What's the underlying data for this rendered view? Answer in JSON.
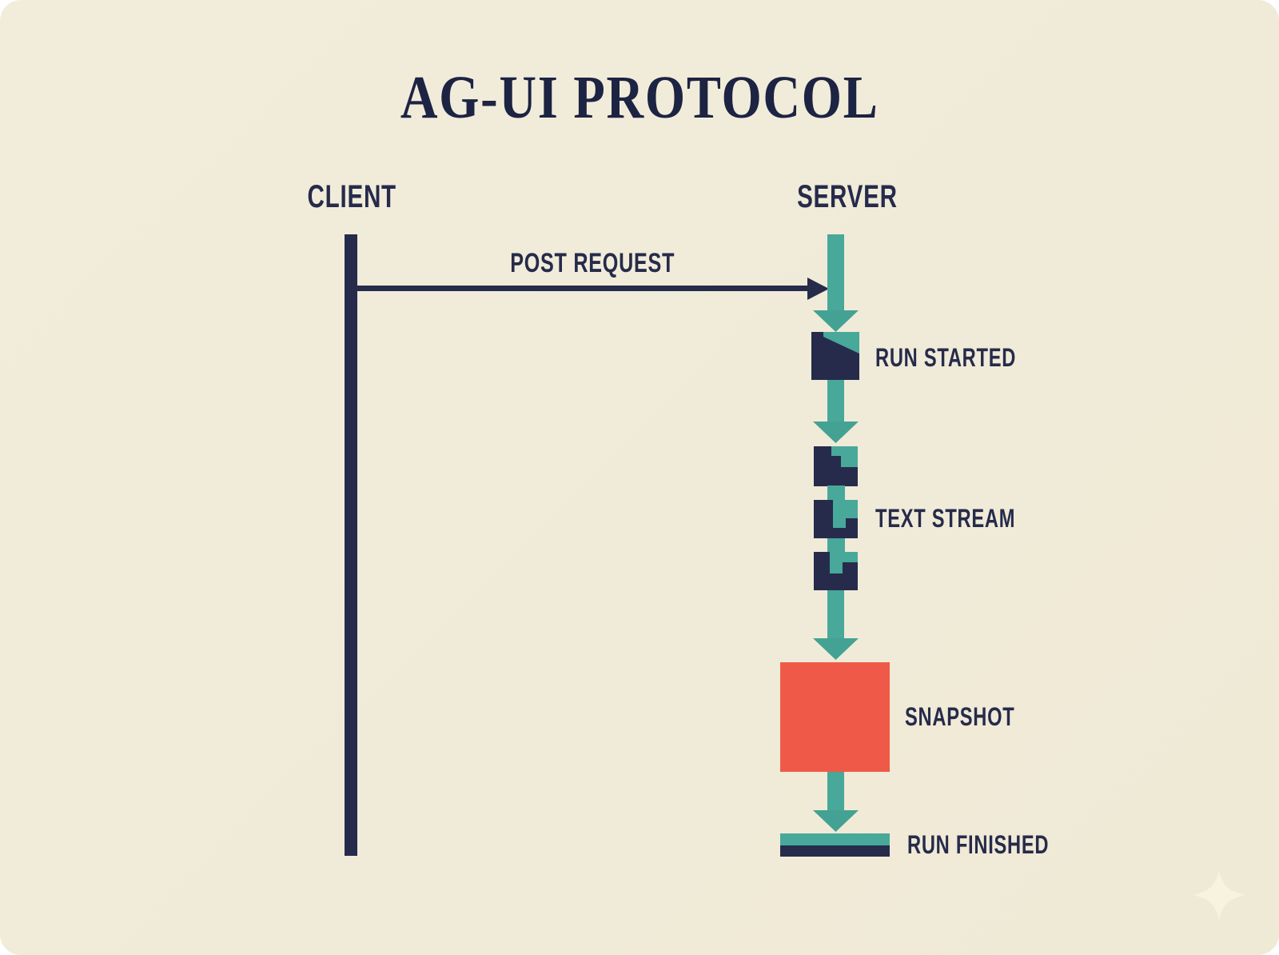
{
  "title": "AG-UI PROTOCOL",
  "actors": {
    "client": "CLIENT",
    "server": "SERVER"
  },
  "message": {
    "label": "POST REQUEST"
  },
  "events": [
    {
      "label": "RUN STARTED",
      "icon": "run-started-tray-icon"
    },
    {
      "label": "TEXT STREAM",
      "icon": "text-stream-chunks-icon"
    },
    {
      "label": "SNAPSHOT",
      "icon": "snapshot-square"
    },
    {
      "label": "RUN FINISHED",
      "icon": "run-finished-bars-icon"
    }
  ],
  "decorations": {
    "sparkle": "sparkle-icon"
  },
  "colors": {
    "page": "#ffffff",
    "background": "#f1ecda",
    "navy": "#262b4b",
    "title_navy": "#1d2342",
    "teal": "#48a899",
    "red": "#ee5a47",
    "sparkle": "#f8f2df"
  }
}
